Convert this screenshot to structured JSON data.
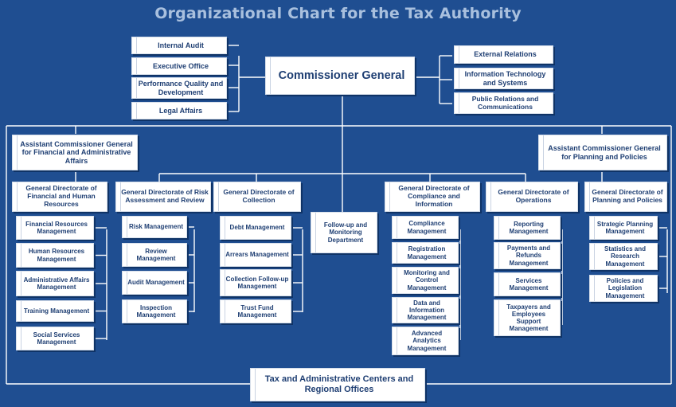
{
  "title": "Organizational Chart for the Tax Authority",
  "commissioner": "Commissioner General",
  "left_units": [
    "Internal Audit",
    "Executive Office",
    "Performance Quality and Development",
    "Legal Affairs"
  ],
  "right_units": [
    "External Relations",
    "Information Technology and Systems",
    "Public Relations and Communications"
  ],
  "assistant_left": "Assistant Commissioner General for Financial and Administrative Affairs",
  "assistant_right": "Assistant Commissioner General for Planning and Policies",
  "directorates": [
    {
      "name": "General Directorate of Financial and Human Resources",
      "units": [
        "Financial Resources Management",
        "Human Resources Management",
        "Administrative Affairs Management",
        "Training Management",
        "Social Services Management"
      ]
    },
    {
      "name": "General Directorate of Risk Assessment and Review",
      "units": [
        "Risk Management",
        "Review Management",
        "Audit Management",
        "Inspection Management"
      ]
    },
    {
      "name": "General Directorate of Collection",
      "units": [
        "Debt Management",
        "Arrears Management",
        "Collection Follow-up Management",
        "Trust Fund Management"
      ]
    },
    {
      "name": "General Directorate of Compliance and Information",
      "units": [
        "Compliance Management",
        "Registration Management",
        "Monitoring and Control Management",
        "Data and Information Management",
        "Advanced Analytics Management"
      ]
    },
    {
      "name": "General Directorate of Operations",
      "units": [
        "Reporting Management",
        "Payments and Refunds Management",
        "Services Management",
        "Taxpayers and Employees Support Management"
      ]
    },
    {
      "name": "General Directorate of Planning and Policies",
      "units": [
        "Strategic Planning Management",
        "Statistics and Research Management",
        "Policies and Legislation Management"
      ]
    }
  ],
  "follow_up": "Follow-up and Monitoring Department",
  "regional": "Tax and Administrative Centers and Regional Offices",
  "colors": {
    "background": "#1f4e91",
    "box": "#ffffff",
    "text": "#1f3f73",
    "title": "#a9c0de",
    "line": "#ffffff"
  }
}
